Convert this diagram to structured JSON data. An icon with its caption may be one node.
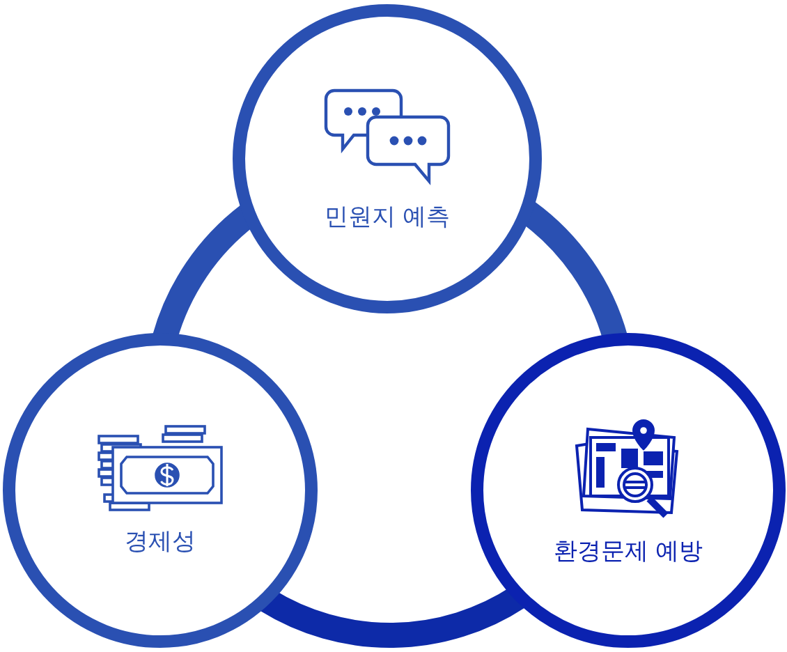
{
  "diagram": {
    "nodes": [
      {
        "text": [
          "민원지 예측"
        ]
      },
      {
        "text": [
          "경제성"
        ]
      },
      {
        "text": [
          "환경문제 예방"
        ]
      }
    ],
    "edges": [
      {
        "from": 0,
        "to": 1,
        "arrow": "none"
      },
      {
        "from": 1,
        "to": 2,
        "arrow": "none"
      },
      {
        "from": 2,
        "to": 0,
        "arrow": "none"
      }
    ]
  }
}
